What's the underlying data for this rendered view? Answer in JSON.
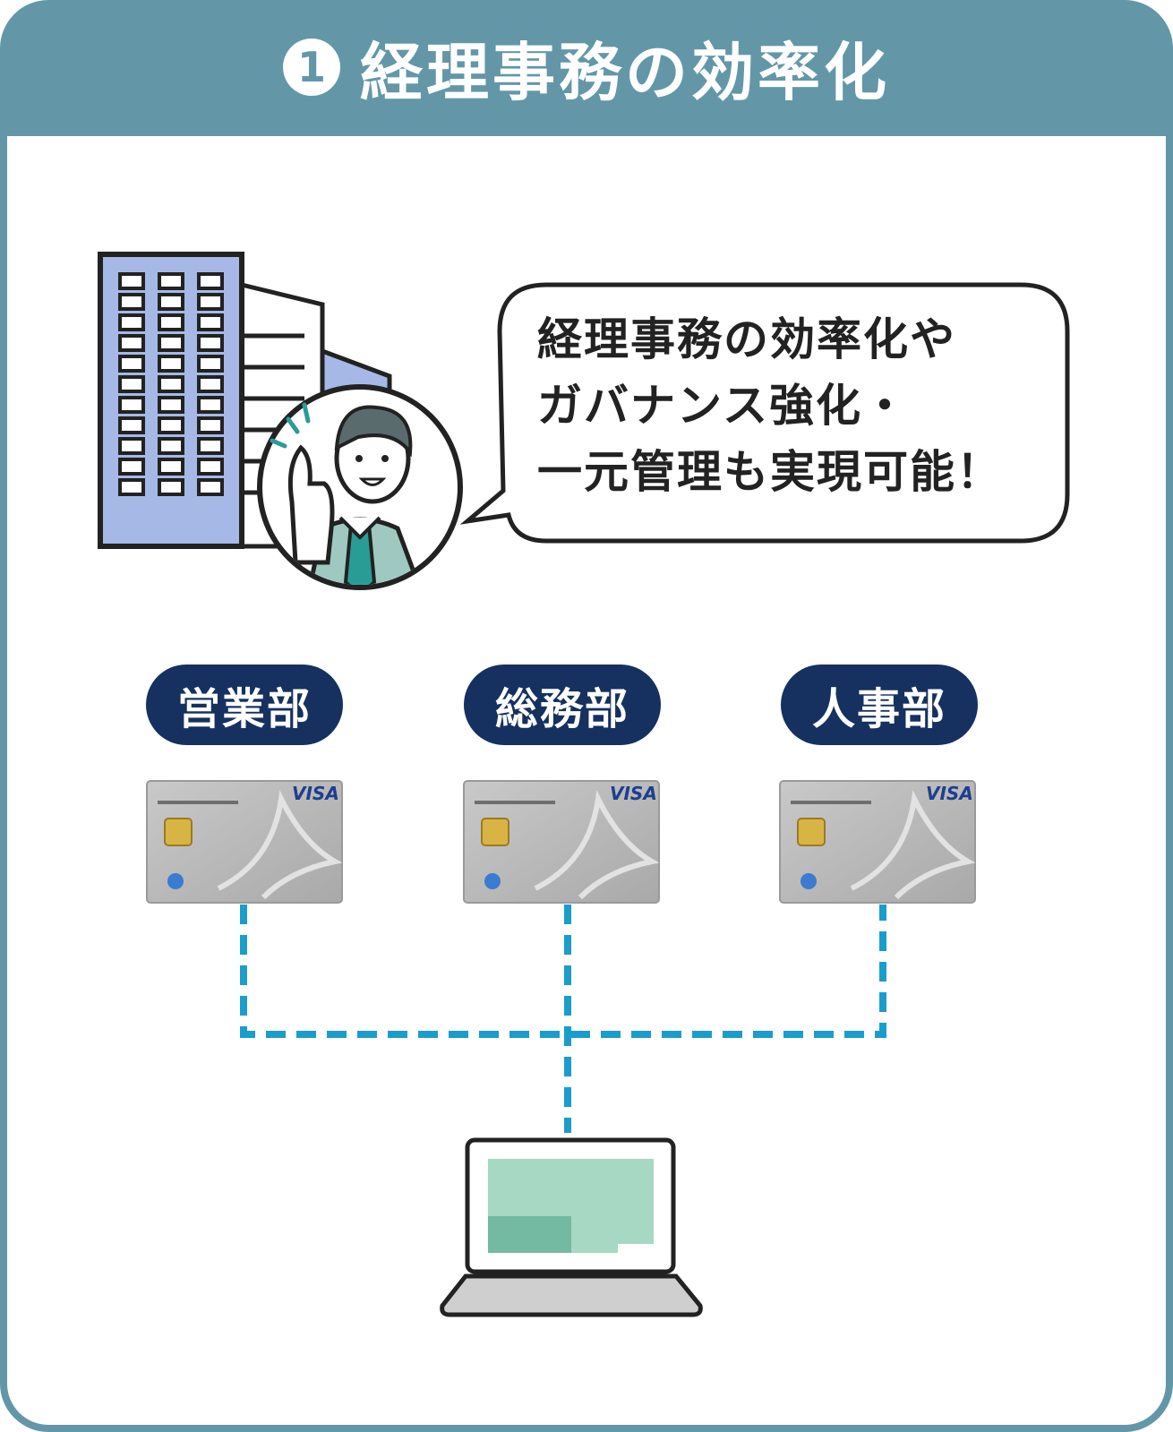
{
  "header": {
    "number": "1",
    "title": "経理事務の効率化"
  },
  "speech_bubble": {
    "lines": [
      "経理事務の効率化や",
      "ガバナンス強化・",
      "一元管理も実現可能！"
    ]
  },
  "departments": [
    {
      "label": "営業部"
    },
    {
      "label": "総務部"
    },
    {
      "label": "人事部"
    }
  ],
  "card": {
    "brand": "VISA"
  },
  "colors": {
    "frame": "#6397a8",
    "department_pill": "#16315f",
    "connector": "#1a9dcc",
    "building": "#a6b9e6",
    "screen": "#a6d8c4"
  }
}
